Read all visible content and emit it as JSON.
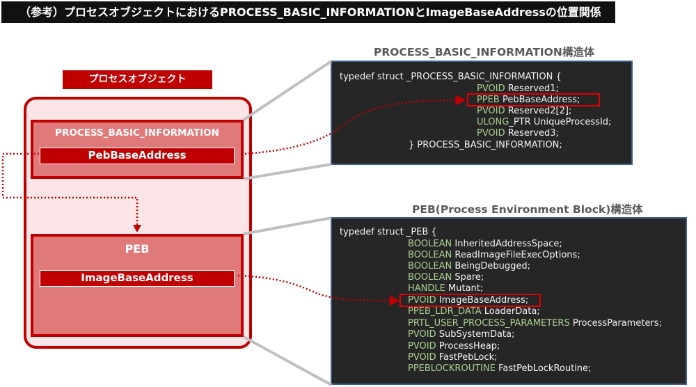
{
  "title": "（参考）プロセスオブジェクトにおけるPROCESS_BASIC_INFORMATIONとImageBaseAddressの位置関係",
  "left": {
    "object_label": "プロセスオブジェクト",
    "pbi_title": "PROCESS_BASIC_INFORMATION",
    "pbi_field": "PebBaseAddress",
    "peb_title": "PEB",
    "peb_field": "ImageBaseAddress"
  },
  "pbi_panel": {
    "title": "PROCESS_BASIC_INFORMATION構造体",
    "header": "typedef struct _PROCESS_BASIC_INFORMATION {",
    "fields": [
      {
        "type": "PVOID",
        "name": "Reserved1;"
      },
      {
        "type": "PPEB",
        "name": "PebBaseAddress;"
      },
      {
        "type": "PVOID",
        "name": "Reserved2[2];"
      },
      {
        "type": "ULONG",
        "name": "_PTR UniqueProcessId;"
      },
      {
        "type": "PVOID",
        "name": "Reserved3;"
      }
    ],
    "footer": "} PROCESS_BASIC_INFORMATION;"
  },
  "peb_panel": {
    "title": "PEB(Process Environment Block)構造体",
    "header": "typedef struct _PEB {",
    "fields": [
      {
        "type": "BOOLEAN",
        "name": "InheritedAddressSpace;"
      },
      {
        "type": "BOOLEAN",
        "name": "ReadImageFileExecOptions;"
      },
      {
        "type": "BOOLEAN",
        "name": "BeingDebugged;"
      },
      {
        "type": "BOOLEAN",
        "name": "Spare;"
      },
      {
        "type": "HANDLE",
        "name": "Mutant;"
      },
      {
        "type": "PVOID",
        "name": "ImageBaseAddress;"
      },
      {
        "type": "PPEB_LDR_DATA",
        "name": "LoaderData;"
      },
      {
        "type": "PRTL_USER_PROCESS_PARAMETERS",
        "name": "ProcessParameters;"
      },
      {
        "type": "PVOID",
        "name": "SubSystemData;"
      },
      {
        "type": "PVOID",
        "name": "ProcessHeap;"
      },
      {
        "type": "PVOID",
        "name": "FastPebLock;"
      },
      {
        "type": "PPEBLOCKROUTINE",
        "name": "FastPebLockRoutine;"
      }
    ]
  }
}
